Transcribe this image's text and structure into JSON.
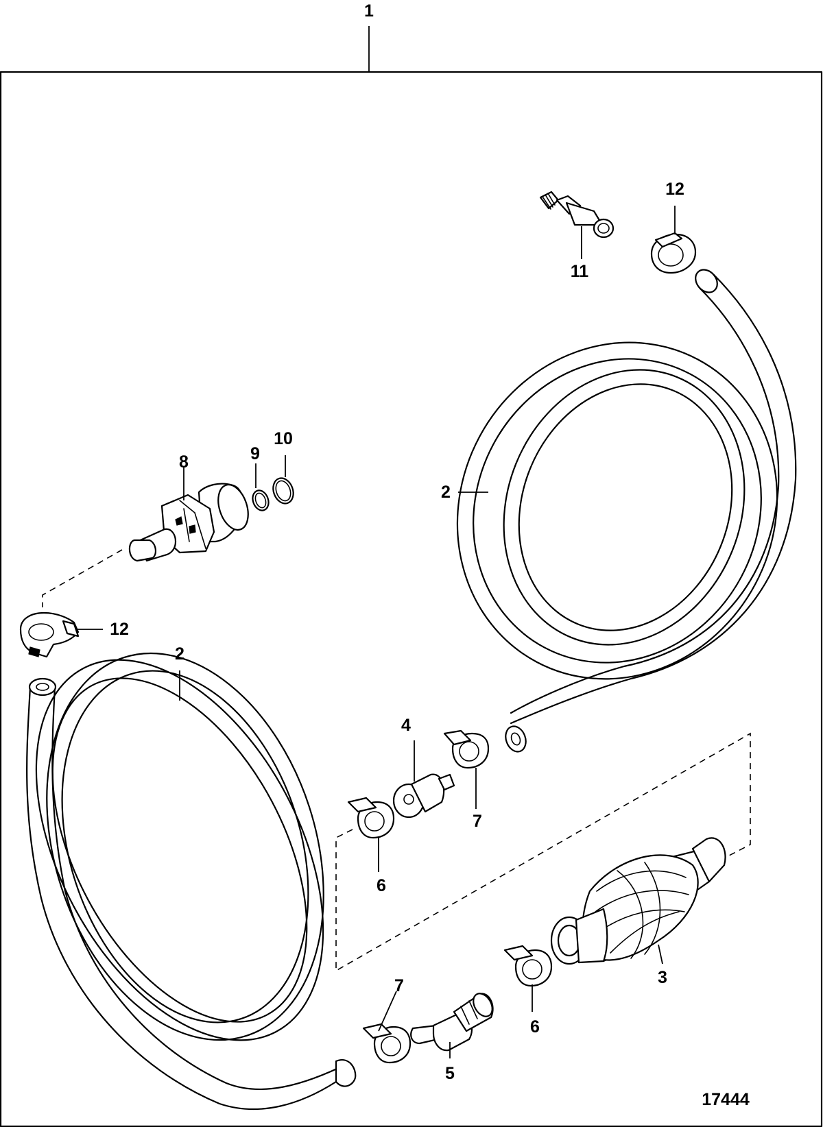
{
  "callouts": {
    "kit": "1",
    "hose_upper": "2",
    "hose_lower": "2",
    "primer_bulb": "3",
    "check_valve_fitting": "4",
    "barb_fitting": "5",
    "clamp_6_upper": "6",
    "clamp_6_lower": "6",
    "clamp_7_upper": "7",
    "clamp_7_lower": "7",
    "tank_connector": "8",
    "oring_small": "9",
    "oring_large": "10",
    "engine_fitting": "11",
    "clamp_12_upper": "12",
    "clamp_12_lower": "12"
  },
  "figure_number": "17444"
}
